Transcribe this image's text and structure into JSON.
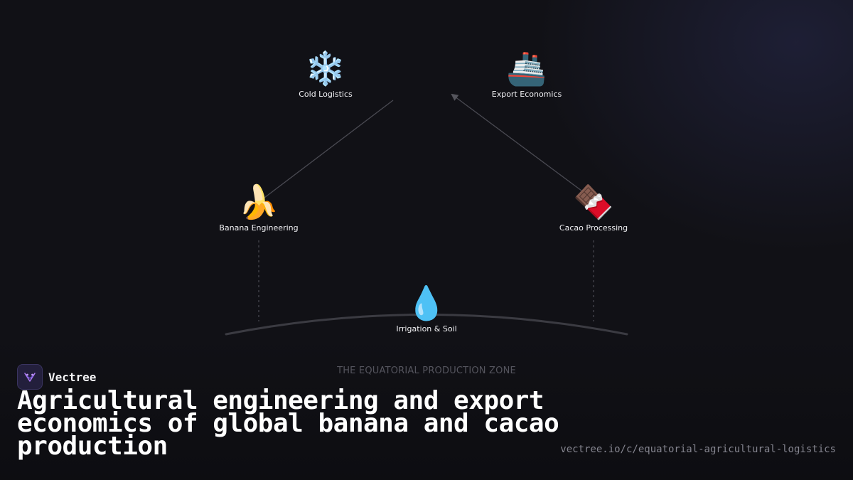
{
  "diagram": {
    "nodes": [
      {
        "id": "cold",
        "icon": "❄️",
        "icon_name": "snowflake-icon",
        "label": "Cold Logistics"
      },
      {
        "id": "export",
        "icon": "🚢",
        "icon_name": "ship-icon",
        "label": "Export Economics"
      },
      {
        "id": "banana",
        "icon": "🍌",
        "icon_name": "banana-icon",
        "label": "Banana Engineering"
      },
      {
        "id": "cacao",
        "icon": "🍫",
        "icon_name": "chocolate-icon",
        "label": "Cacao Processing"
      },
      {
        "id": "irrigation",
        "icon": "💧",
        "icon_name": "droplet-icon",
        "label": "Irrigation & Soil"
      }
    ],
    "zone_label": "THE EQUATORIAL PRODUCTION ZONE"
  },
  "brand": {
    "name": "Vectree",
    "logo_icon": "vectree-logo-icon"
  },
  "headline": "Agricultural engineering and export economics of global banana and cacao production",
  "url": "vectree.io/c/equatorial-agricultural-logistics",
  "colors": {
    "background": "#111116",
    "connector": "#4a4a52",
    "arc": "#3b3b42",
    "brand_accent": "#8a5cf6"
  }
}
